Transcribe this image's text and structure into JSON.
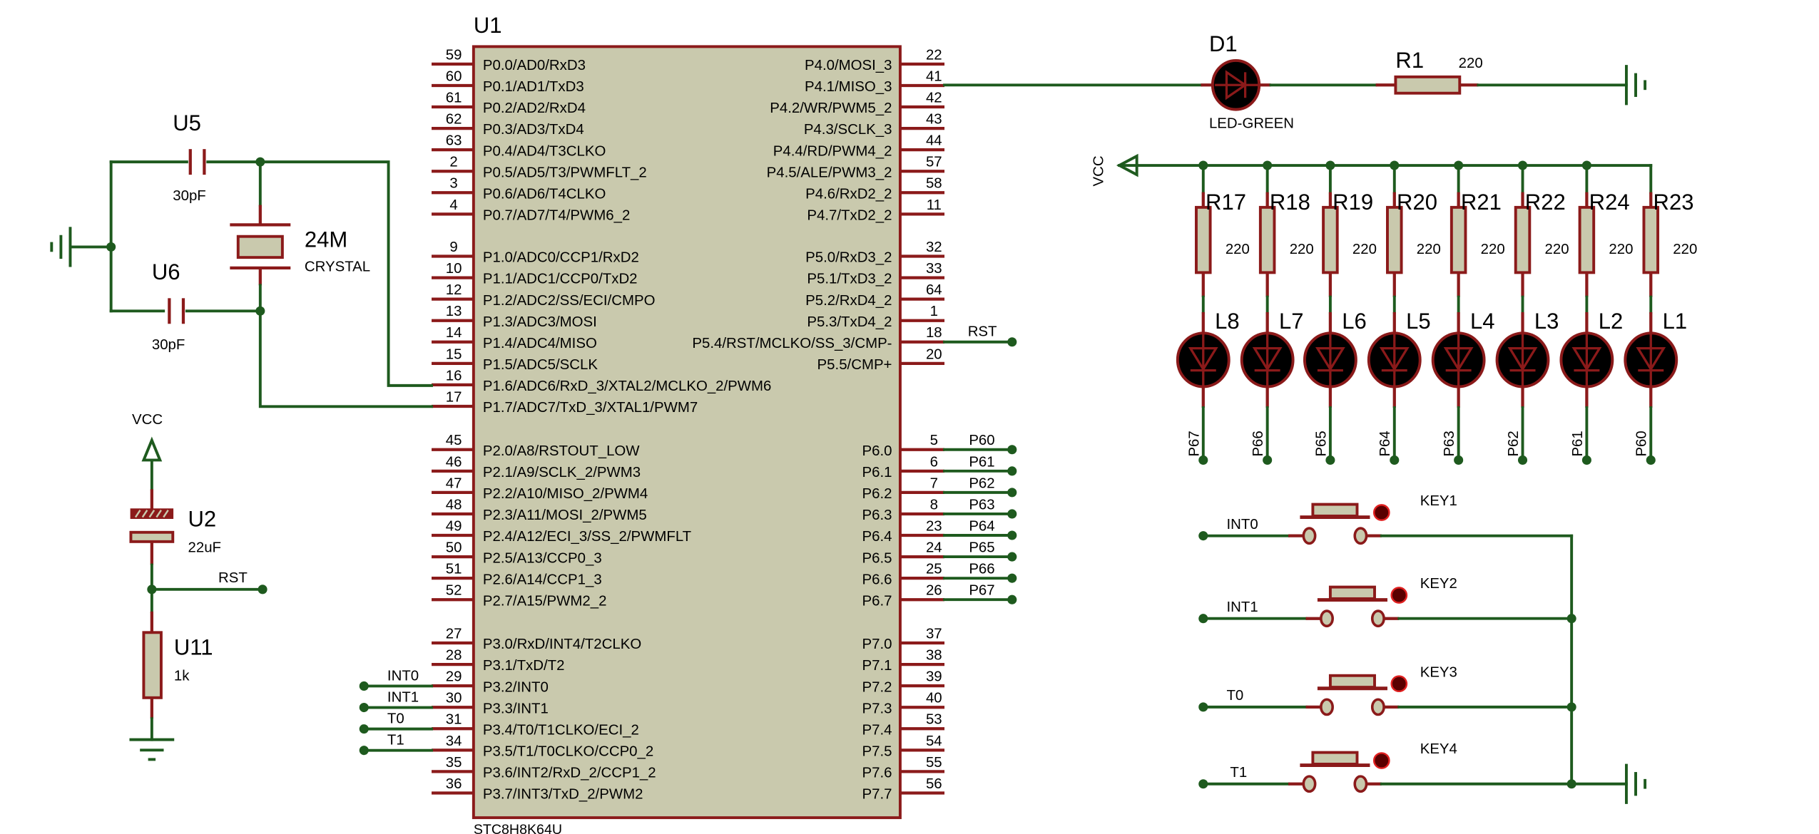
{
  "colors": {
    "wire": "#1e5a1e",
    "pin": "#8b1a1a",
    "body": "#c9c9ad",
    "led": "#000000"
  },
  "chip": {
    "ref": "U1",
    "part": "STC8H8K64U",
    "left_pins": [
      {
        "num": "59",
        "label": "P0.0/AD0/RxD3"
      },
      {
        "num": "60",
        "label": "P0.1/AD1/TxD3"
      },
      {
        "num": "61",
        "label": "P0.2/AD2/RxD4"
      },
      {
        "num": "62",
        "label": "P0.3/AD3/TxD4"
      },
      {
        "num": "63",
        "label": "P0.4/AD4/T3CLKO"
      },
      {
        "num": "2",
        "label": "P0.5/AD5/T3/PWMFLT_2"
      },
      {
        "num": "3",
        "label": "P0.6/AD6/T4CLKO"
      },
      {
        "num": "4",
        "label": "P0.7/AD7/T4/PWM6_2"
      },
      {
        "num": "9",
        "label": "P1.0/ADC0/CCP1/RxD2"
      },
      {
        "num": "10",
        "label": "P1.1/ADC1/CCP0/TxD2"
      },
      {
        "num": "12",
        "label": "P1.2/ADC2/SS/ECI/CMPO"
      },
      {
        "num": "13",
        "label": "P1.3/ADC3/MOSI"
      },
      {
        "num": "14",
        "label": "P1.4/ADC4/MISO"
      },
      {
        "num": "15",
        "label": "P1.5/ADC5/SCLK"
      },
      {
        "num": "16",
        "label": "P1.6/ADC6/RxD_3/XTAL2/MCLKO_2/PWM6"
      },
      {
        "num": "17",
        "label": "P1.7/ADC7/TxD_3/XTAL1/PWM7"
      },
      {
        "num": "45",
        "label": "P2.0/A8/RSTOUT_LOW"
      },
      {
        "num": "46",
        "label": "P2.1/A9/SCLK_2/PWM3"
      },
      {
        "num": "47",
        "label": "P2.2/A10/MISO_2/PWM4"
      },
      {
        "num": "48",
        "label": "P2.3/A11/MOSI_2/PWM5"
      },
      {
        "num": "49",
        "label": "P2.4/A12/ECI_3/SS_2/PWMFLT"
      },
      {
        "num": "50",
        "label": "P2.5/A13/CCP0_3"
      },
      {
        "num": "51",
        "label": "P2.6/A14/CCP1_3"
      },
      {
        "num": "52",
        "label": "P2.7/A15/PWM2_2"
      },
      {
        "num": "27",
        "label": "P3.0/RxD/INT4/T2CLKO"
      },
      {
        "num": "28",
        "label": "P3.1/TxD/T2"
      },
      {
        "num": "29",
        "label": "P3.2/INT0"
      },
      {
        "num": "30",
        "label": "P3.3/INT1"
      },
      {
        "num": "31",
        "label": "P3.4/T0/T1CLKO/ECI_2"
      },
      {
        "num": "34",
        "label": "P3.5/T1/T0CLKO/CCP0_2"
      },
      {
        "num": "35",
        "label": "P3.6/INT2/RxD_2/CCP1_2"
      },
      {
        "num": "36",
        "label": "P3.7/INT3/TxD_2/PWM2"
      }
    ],
    "right_pins": [
      {
        "num": "22",
        "label": "P4.0/MOSI_3"
      },
      {
        "num": "41",
        "label": "P4.1/MISO_3"
      },
      {
        "num": "42",
        "label": "P4.2/WR/PWM5_2"
      },
      {
        "num": "43",
        "label": "P4.3/SCLK_3"
      },
      {
        "num": "44",
        "label": "P4.4/RD/PWM4_2"
      },
      {
        "num": "57",
        "label": "P4.5/ALE/PWM3_2"
      },
      {
        "num": "58",
        "label": "P4.6/RxD2_2"
      },
      {
        "num": "11",
        "label": "P4.7/TxD2_2"
      },
      {
        "num": "32",
        "label": "P5.0/RxD3_2"
      },
      {
        "num": "33",
        "label": "P5.1/TxD3_2"
      },
      {
        "num": "64",
        "label": "P5.2/RxD4_2"
      },
      {
        "num": "1",
        "label": "P5.3/TxD4_2"
      },
      {
        "num": "18",
        "label": "P5.4/RST/MCLKO/SS_3/CMP-"
      },
      {
        "num": "20",
        "label": "P5.5/CMP+"
      },
      {
        "num": "5",
        "label": "P6.0"
      },
      {
        "num": "6",
        "label": "P6.1"
      },
      {
        "num": "7",
        "label": "P6.2"
      },
      {
        "num": "8",
        "label": "P6.3"
      },
      {
        "num": "23",
        "label": "P6.4"
      },
      {
        "num": "24",
        "label": "P6.5"
      },
      {
        "num": "25",
        "label": "P6.6"
      },
      {
        "num": "26",
        "label": "P6.7"
      },
      {
        "num": "37",
        "label": "P7.0"
      },
      {
        "num": "38",
        "label": "P7.1"
      },
      {
        "num": "39",
        "label": "P7.2"
      },
      {
        "num": "40",
        "label": "P7.3"
      },
      {
        "num": "53",
        "label": "P7.4"
      },
      {
        "num": "54",
        "label": "P7.5"
      },
      {
        "num": "55",
        "label": "P7.6"
      },
      {
        "num": "56",
        "label": "P7.7"
      }
    ]
  },
  "oscillator": {
    "c1": {
      "ref": "U5",
      "value": "30pF"
    },
    "c2": {
      "ref": "U6",
      "value": "30pF"
    },
    "crystal": {
      "ref": "24M",
      "value": "CRYSTAL"
    }
  },
  "reset": {
    "vcc": "VCC",
    "cap": {
      "ref": "U2",
      "value": "22uF"
    },
    "res": {
      "ref": "U11",
      "value": "1k"
    },
    "net": "RST"
  },
  "indicator": {
    "led": {
      "ref": "D1",
      "value": "LED-GREEN"
    },
    "res": {
      "ref": "R1",
      "value": "220"
    }
  },
  "led_bank": {
    "vcc": "VCC",
    "columns": [
      {
        "res": "R17",
        "value": "220",
        "led": "L8",
        "net": "P67"
      },
      {
        "res": "R18",
        "value": "220",
        "led": "L7",
        "net": "P66"
      },
      {
        "res": "R19",
        "value": "220",
        "led": "L6",
        "net": "P65"
      },
      {
        "res": "R20",
        "value": "220",
        "led": "L5",
        "net": "P64"
      },
      {
        "res": "R21",
        "value": "220",
        "led": "L4",
        "net": "P63"
      },
      {
        "res": "R22",
        "value": "220",
        "led": "L3",
        "net": "P62"
      },
      {
        "res": "R24",
        "value": "220",
        "led": "L2",
        "net": "P61"
      },
      {
        "res": "R23",
        "value": "220",
        "led": "L1",
        "net": "P60"
      }
    ]
  },
  "port6_nets": [
    "P60",
    "P61",
    "P62",
    "P63",
    "P64",
    "P65",
    "P66",
    "P67"
  ],
  "rst_net": "RST",
  "port3_nets": [
    "INT0",
    "INT1",
    "T0",
    "T1"
  ],
  "keys": [
    {
      "ref": "KEY1",
      "net": "INT0"
    },
    {
      "ref": "KEY2",
      "net": "INT1"
    },
    {
      "ref": "KEY3",
      "net": "T0"
    },
    {
      "ref": "KEY4",
      "net": "T1"
    }
  ]
}
